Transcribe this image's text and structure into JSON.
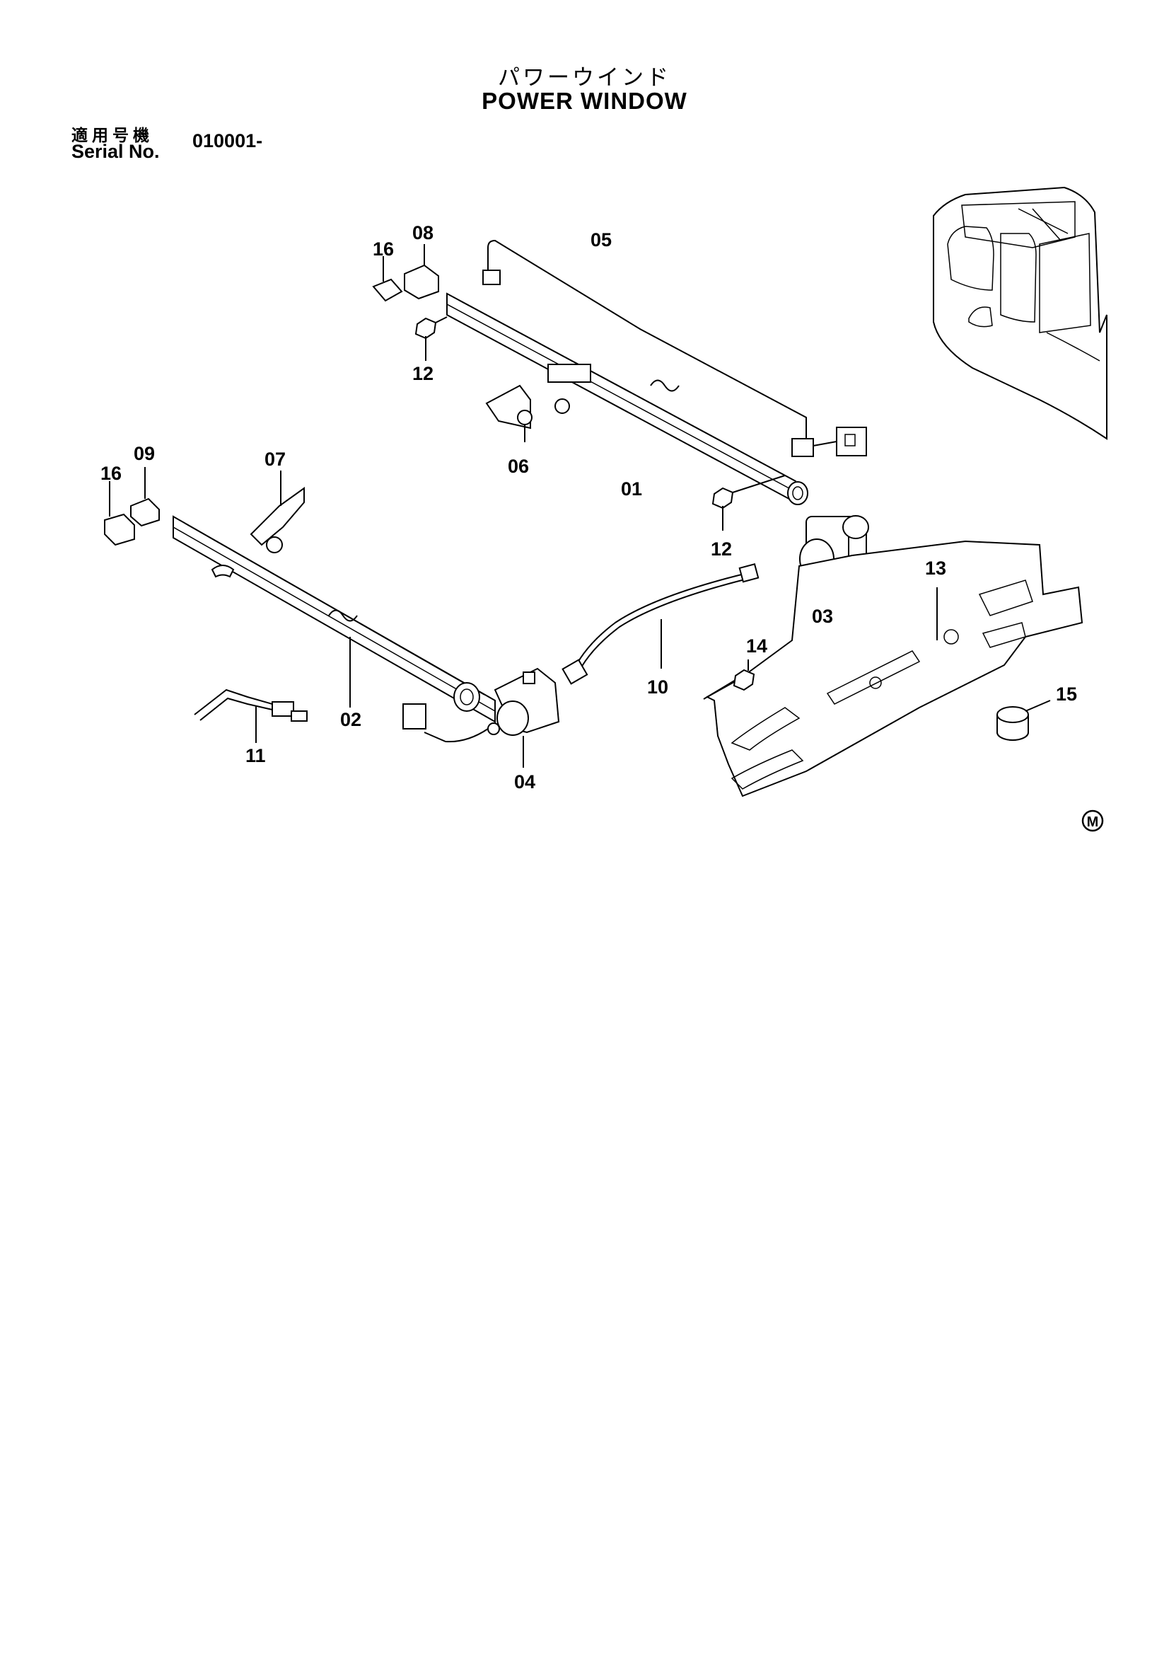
{
  "header": {
    "title_jp": "パワーウインド",
    "title_en": "POWER  WINDOW",
    "serial_label_jp": "適用号機",
    "serial_label_en": "Serial No.",
    "serial_value": "010001-"
  },
  "callouts": {
    "c01": "01",
    "c02": "02",
    "c03": "03",
    "c04": "04",
    "c05": "05",
    "c06": "06",
    "c07": "07",
    "c08": "08",
    "c09": "09",
    "c10": "10",
    "c11": "11",
    "c12a": "12",
    "c12b": "12",
    "c13": "13",
    "c14": "14",
    "c15": "15",
    "c16a": "16",
    "c16b": "16"
  },
  "mark": "M"
}
